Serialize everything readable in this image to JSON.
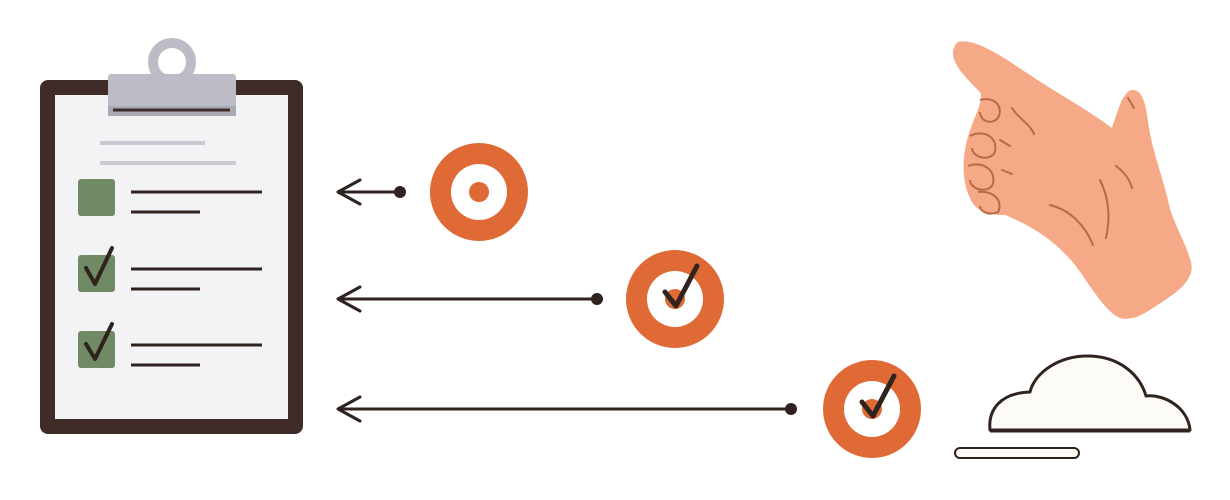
{
  "illustration": {
    "clipboard": {
      "items": [
        {
          "state": "unchecked"
        },
        {
          "state": "checked"
        },
        {
          "state": "checked"
        }
      ]
    },
    "targets": [
      {
        "state": "open"
      },
      {
        "state": "checked"
      },
      {
        "state": "checked"
      }
    ],
    "icons": [
      "clipboard-icon",
      "target-icon",
      "check-icon",
      "arrow-left-icon",
      "hand-icon",
      "cloud-icon"
    ],
    "colors": {
      "board": "#3f2b27",
      "paper": "#f3f3f6",
      "clip": "#bcbcc6",
      "checkbox": "#6f8a65",
      "target": "#e06a35",
      "line": "#2f221f",
      "skin": "#f6a987",
      "skin_line": "#b86a45",
      "cloud": "#fdfbf6"
    }
  }
}
